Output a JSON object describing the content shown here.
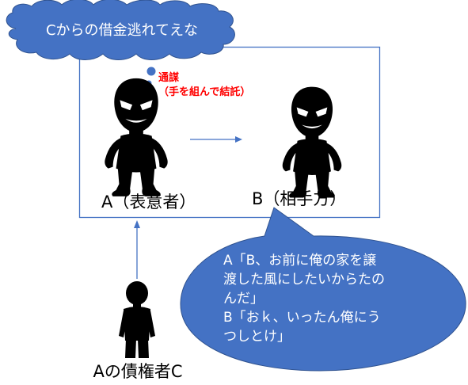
{
  "cloud": {
    "text": "Cからの借金逃れてえな"
  },
  "thought": {
    "line1": "通謀",
    "line2": "（手を組んで結託）"
  },
  "labels": {
    "a": "A（表意者）",
    "b": "B（相手方）",
    "c": "Aの債権者C"
  },
  "speech": {
    "lines": [
      "A「B、お前に俺の家を譲",
      "渡した風にしたいからたの",
      "んだ」",
      "B「おｋ、いったん俺にう",
      "つしとけ」"
    ]
  },
  "colors": {
    "blue": "#4472c4",
    "dark_blue": "#2f528f",
    "red": "#ff0000",
    "figure": "#000000"
  }
}
